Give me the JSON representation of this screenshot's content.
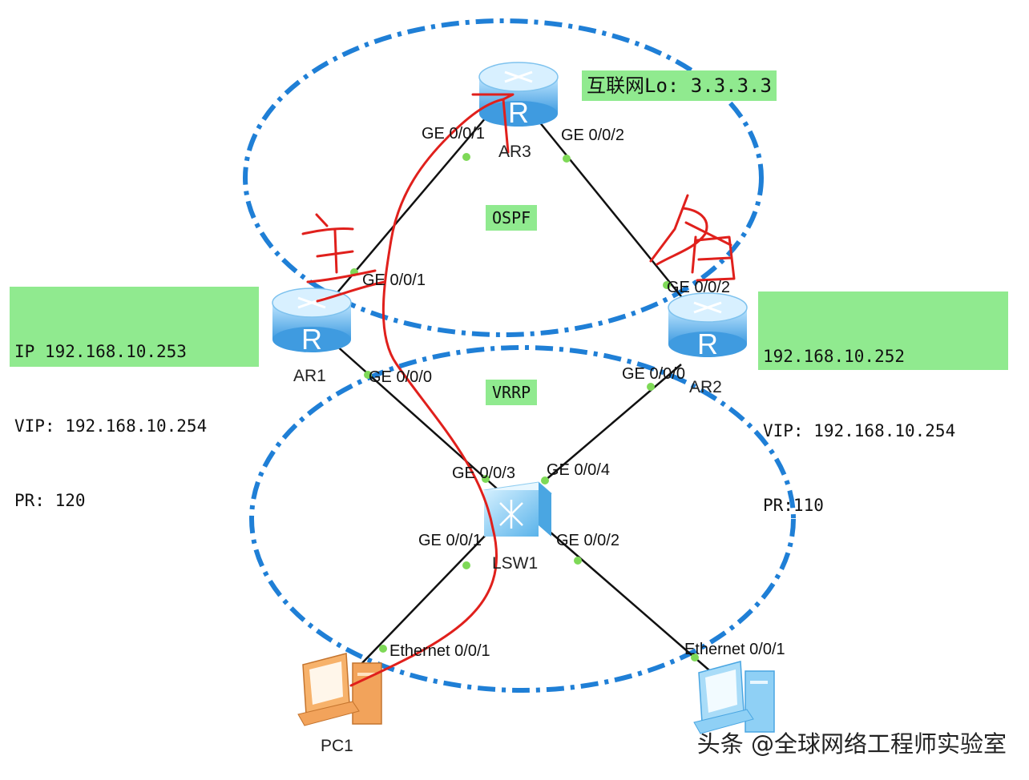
{
  "regions": {
    "ospf": "OSPF",
    "vrrp": "VRRP"
  },
  "internet_note": "互联网Lo: 3.3.3.3",
  "ar1_note": {
    "line1": "IP 192.168.10.253",
    "line2": "VIP: 192.168.10.254",
    "line3": "PR: 120"
  },
  "ar2_note": {
    "line1": "192.168.10.252",
    "line2": "VIP: 192.168.10.254",
    "line3": "PR:110"
  },
  "devices": {
    "ar1": "AR1",
    "ar2": "AR2",
    "ar3": "AR3",
    "lsw1": "LSW1",
    "pc1": "PC1"
  },
  "ports": {
    "ar3_g1": "GE 0/0/1",
    "ar3_g2": "GE 0/0/2",
    "ar1_g1": "GE 0/0/1",
    "ar1_g0": "GE 0/0/0",
    "ar2_g2": "GE 0/0/2",
    "ar2_g0": "GE 0/0/0",
    "sw_g3": "GE 0/0/3",
    "sw_g4": "GE 0/0/4",
    "sw_g1": "GE 0/0/1",
    "sw_g2": "GE 0/0/2",
    "pc1_eth": "Ethernet 0/0/1",
    "pc2_eth": "Ethernet 0/0/1"
  },
  "watermark": "头条 @全球网络工程师实验室",
  "colors": {
    "ellipse": "#1f7fd6",
    "label_bg": "#90ea8f",
    "link": "#111111",
    "port_dot": "#7ed957",
    "annotation": "#e0201c"
  }
}
